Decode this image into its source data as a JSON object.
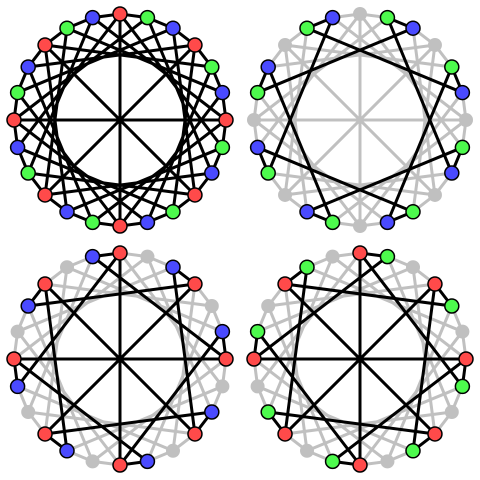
{
  "colors": {
    "red": "#ff4a4a",
    "green": "#4dfa4d",
    "blue": "#4a4aff",
    "gray": "#c0c0c0",
    "edge": "#000000",
    "background": "#ffffff"
  },
  "graph": {
    "vertex_count": 24,
    "start_vertex_position": "top",
    "direction": "clockwise",
    "vertex_colors": [
      "red",
      "green",
      "blue",
      "red",
      "green",
      "blue",
      "red",
      "green",
      "blue",
      "red",
      "green",
      "blue",
      "red",
      "green",
      "blue",
      "red",
      "green",
      "blue",
      "red",
      "green",
      "blue",
      "red",
      "green",
      "blue"
    ],
    "edges": [
      [
        0,
        1
      ],
      [
        1,
        2
      ],
      [
        2,
        3
      ],
      [
        3,
        4
      ],
      [
        4,
        5
      ],
      [
        5,
        6
      ],
      [
        6,
        7
      ],
      [
        7,
        8
      ],
      [
        8,
        9
      ],
      [
        9,
        10
      ],
      [
        10,
        11
      ],
      [
        11,
        12
      ],
      [
        12,
        13
      ],
      [
        13,
        14
      ],
      [
        14,
        15
      ],
      [
        15,
        16
      ],
      [
        16,
        17
      ],
      [
        17,
        18
      ],
      [
        18,
        19
      ],
      [
        19,
        20
      ],
      [
        20,
        21
      ],
      [
        21,
        22
      ],
      [
        22,
        23
      ],
      [
        23,
        0
      ],
      [
        0,
        12
      ],
      [
        6,
        18
      ],
      [
        3,
        15
      ],
      [
        9,
        21
      ],
      [
        1,
        8
      ],
      [
        8,
        15
      ],
      [
        15,
        22
      ],
      [
        22,
        5
      ],
      [
        5,
        12
      ],
      [
        12,
        19
      ],
      [
        19,
        2
      ],
      [
        2,
        9
      ],
      [
        9,
        16
      ],
      [
        16,
        23
      ],
      [
        23,
        6
      ],
      [
        6,
        13
      ],
      [
        13,
        20
      ],
      [
        20,
        3
      ],
      [
        3,
        10
      ],
      [
        10,
        17
      ],
      [
        17,
        0
      ],
      [
        0,
        7
      ],
      [
        7,
        14
      ],
      [
        14,
        21
      ],
      [
        21,
        4
      ],
      [
        4,
        11
      ],
      [
        11,
        18
      ],
      [
        18,
        1
      ]
    ]
  },
  "panels": [
    {
      "id": "full",
      "highlight_colors": [
        "red",
        "green",
        "blue"
      ]
    },
    {
      "id": "green-blue",
      "highlight_colors": [
        "green",
        "blue"
      ]
    },
    {
      "id": "red-blue",
      "highlight_colors": [
        "red",
        "blue"
      ]
    },
    {
      "id": "red-green",
      "highlight_colors": [
        "red",
        "green"
      ]
    }
  ]
}
